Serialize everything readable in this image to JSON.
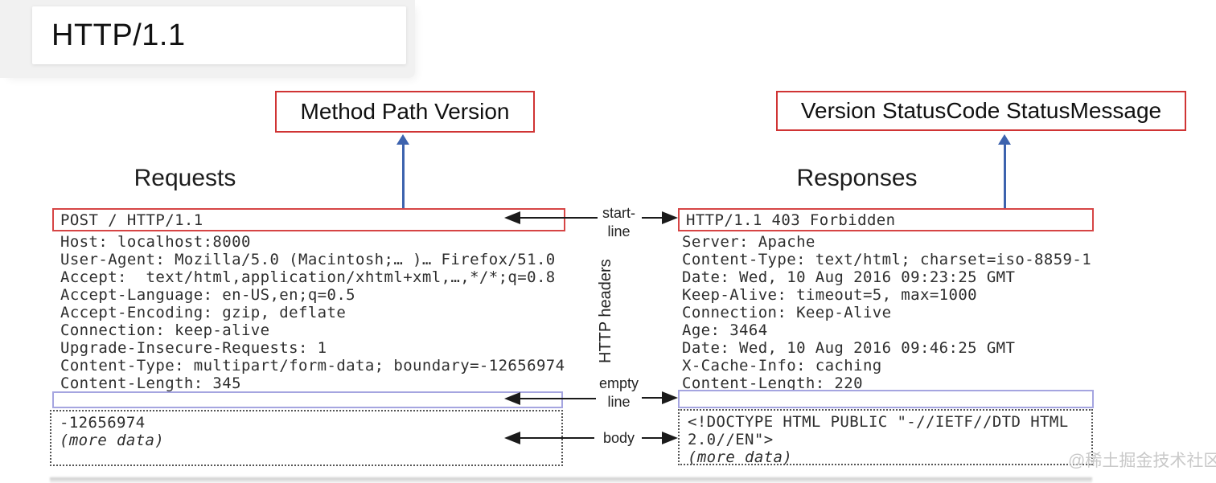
{
  "title": "HTTP/1.1",
  "callouts": {
    "request": "Method Path Version",
    "response": "Version StatusCode StatusMessage"
  },
  "headings": {
    "requests": "Requests",
    "responses": "Responses"
  },
  "middle": {
    "start_line": [
      "start-",
      "line"
    ],
    "http_headers": "HTTP headers",
    "empty_line": [
      "empty",
      "line"
    ],
    "body": "body"
  },
  "request": {
    "start_line": "POST / HTTP/1.1",
    "headers": [
      "Host: localhost:8000",
      "User-Agent: Mozilla/5.0 (Macintosh;… )… Firefox/51.0",
      "Accept:  text/html,application/xhtml+xml,…,*/*;q=0.8",
      "Accept-Language: en-US,en;q=0.5",
      "Accept-Encoding: gzip, deflate",
      "Connection: keep-alive",
      "Upgrade-Insecure-Requests: 1",
      "Content-Type: multipart/form-data; boundary=-12656974",
      "Content-Length: 345"
    ],
    "body": [
      "-12656974",
      "(more data)"
    ]
  },
  "response": {
    "start_line": "HTTP/1.1 403 Forbidden",
    "headers": [
      "Server: Apache",
      "Content-Type: text/html; charset=iso-8859-1",
      "Date: Wed, 10 Aug 2016 09:23:25 GMT",
      "Keep-Alive: timeout=5, max=1000",
      "Connection: Keep-Alive",
      "Age: 3464",
      "Date: Wed, 10 Aug 2016 09:46:25 GMT",
      "X-Cache-Info: caching",
      "Content-Length: 220"
    ],
    "body": [
      "<!DOCTYPE HTML PUBLIC \"-//IETF//DTD HTML",
      "2.0//EN\">",
      "(more data)"
    ]
  },
  "watermark": "@稀土掘金技术社区",
  "colors": {
    "red_box": "#d03434",
    "purple_box": "#a5a5e0",
    "blue_arrow": "#3d63ae",
    "black_arrow": "#1b1b1b",
    "title_bg": "#f1f1f1",
    "watermark_gray": "#c9c9c9"
  }
}
